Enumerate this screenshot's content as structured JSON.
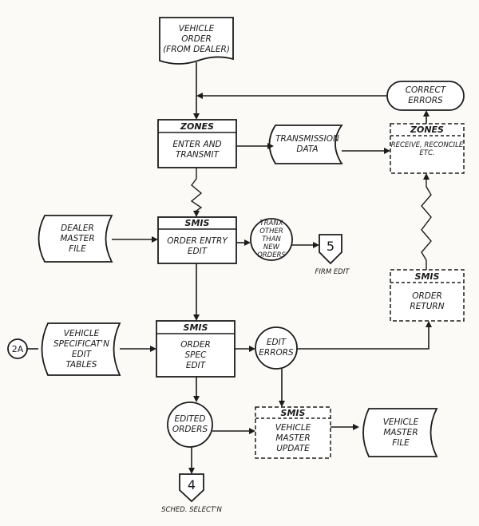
{
  "vehicle_order": "VEHICLE\nORDER\n(FROM DEALER)",
  "correct_errors": "CORRECT\nERRORS",
  "zones_enter": {
    "title": "ZONES",
    "body": "ENTER AND\nTRANSMIT"
  },
  "transmission_data": "TRANSMISSION\nDATA",
  "zones_receive": {
    "title": "ZONES",
    "body": "RECEIVE, RECONCILE\nETC."
  },
  "dealer_master": "DEALER\nMASTER\nFILE",
  "smis_order_entry": {
    "title": "SMIS",
    "body": "ORDER ENTRY\nEDIT"
  },
  "tranx_other": "TRANX\nOTHER THAN\nNEW\nORDERS",
  "firm_edit": {
    "number": "5",
    "caption": "FIRM EDIT"
  },
  "smis_order_return": {
    "title": "SMIS",
    "body": "ORDER\nRETURN"
  },
  "connector_2a": "2A",
  "vehicle_spec": "VEHICLE\nSPECIFICAT'N\nEDIT\nTABLES",
  "smis_order_spec": {
    "title": "SMIS",
    "body": "ORDER\nSPEC\nEDIT"
  },
  "edit_errors": "EDIT\nERRORS",
  "edited_orders": "EDITED\nORDERS",
  "smis_vehicle_master": {
    "title": "SMIS",
    "body": "VEHICLE\nMASTER\nUPDATE"
  },
  "vehicle_master_file": "VEHICLE\nMASTER\nFILE",
  "sched_select": {
    "number": "4",
    "caption": "SCHED. SELECT'N"
  }
}
